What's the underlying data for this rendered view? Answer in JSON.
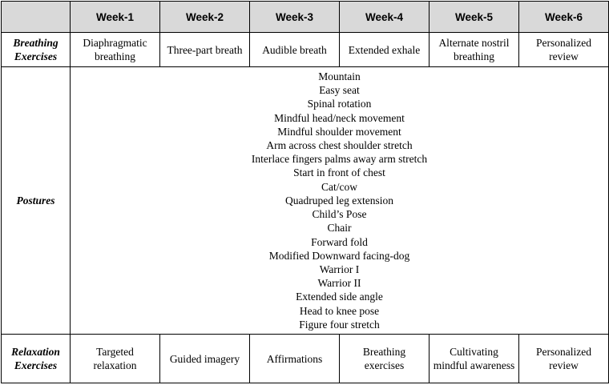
{
  "weeks": [
    "Week-1",
    "Week-2",
    "Week-3",
    "Week-4",
    "Week-5",
    "Week-6"
  ],
  "rows": {
    "breathing": {
      "label": "Breathing Exercises",
      "cells": [
        "Diaphragmatic breathing",
        "Three-part breath",
        "Audible breath",
        "Extended exhale",
        "Alternate nostril breathing",
        "Personalized review"
      ]
    },
    "postures": {
      "label": "Postures",
      "items": [
        "Mountain",
        "Easy seat",
        "Spinal rotation",
        "Mindful head/neck movement",
        "Mindful shoulder movement",
        "Arm across chest shoulder stretch",
        "Interlace fingers palms away arm stretch",
        "Start in front of chest",
        "Cat/cow",
        "Quadruped leg extension",
        "Child’s Pose",
        "Chair",
        "Forward fold",
        "Modified Downward facing-dog",
        "Warrior I",
        "Warrior II",
        "Extended side angle",
        "Head to knee pose",
        "Figure four stretch"
      ]
    },
    "relaxation": {
      "label": "Relaxation Exercises",
      "cells": [
        "Targeted relaxation",
        "Guided imagery",
        "Affirmations",
        "Breathing exercises",
        "Cultivating mindful awareness",
        "Personalized review"
      ]
    }
  }
}
